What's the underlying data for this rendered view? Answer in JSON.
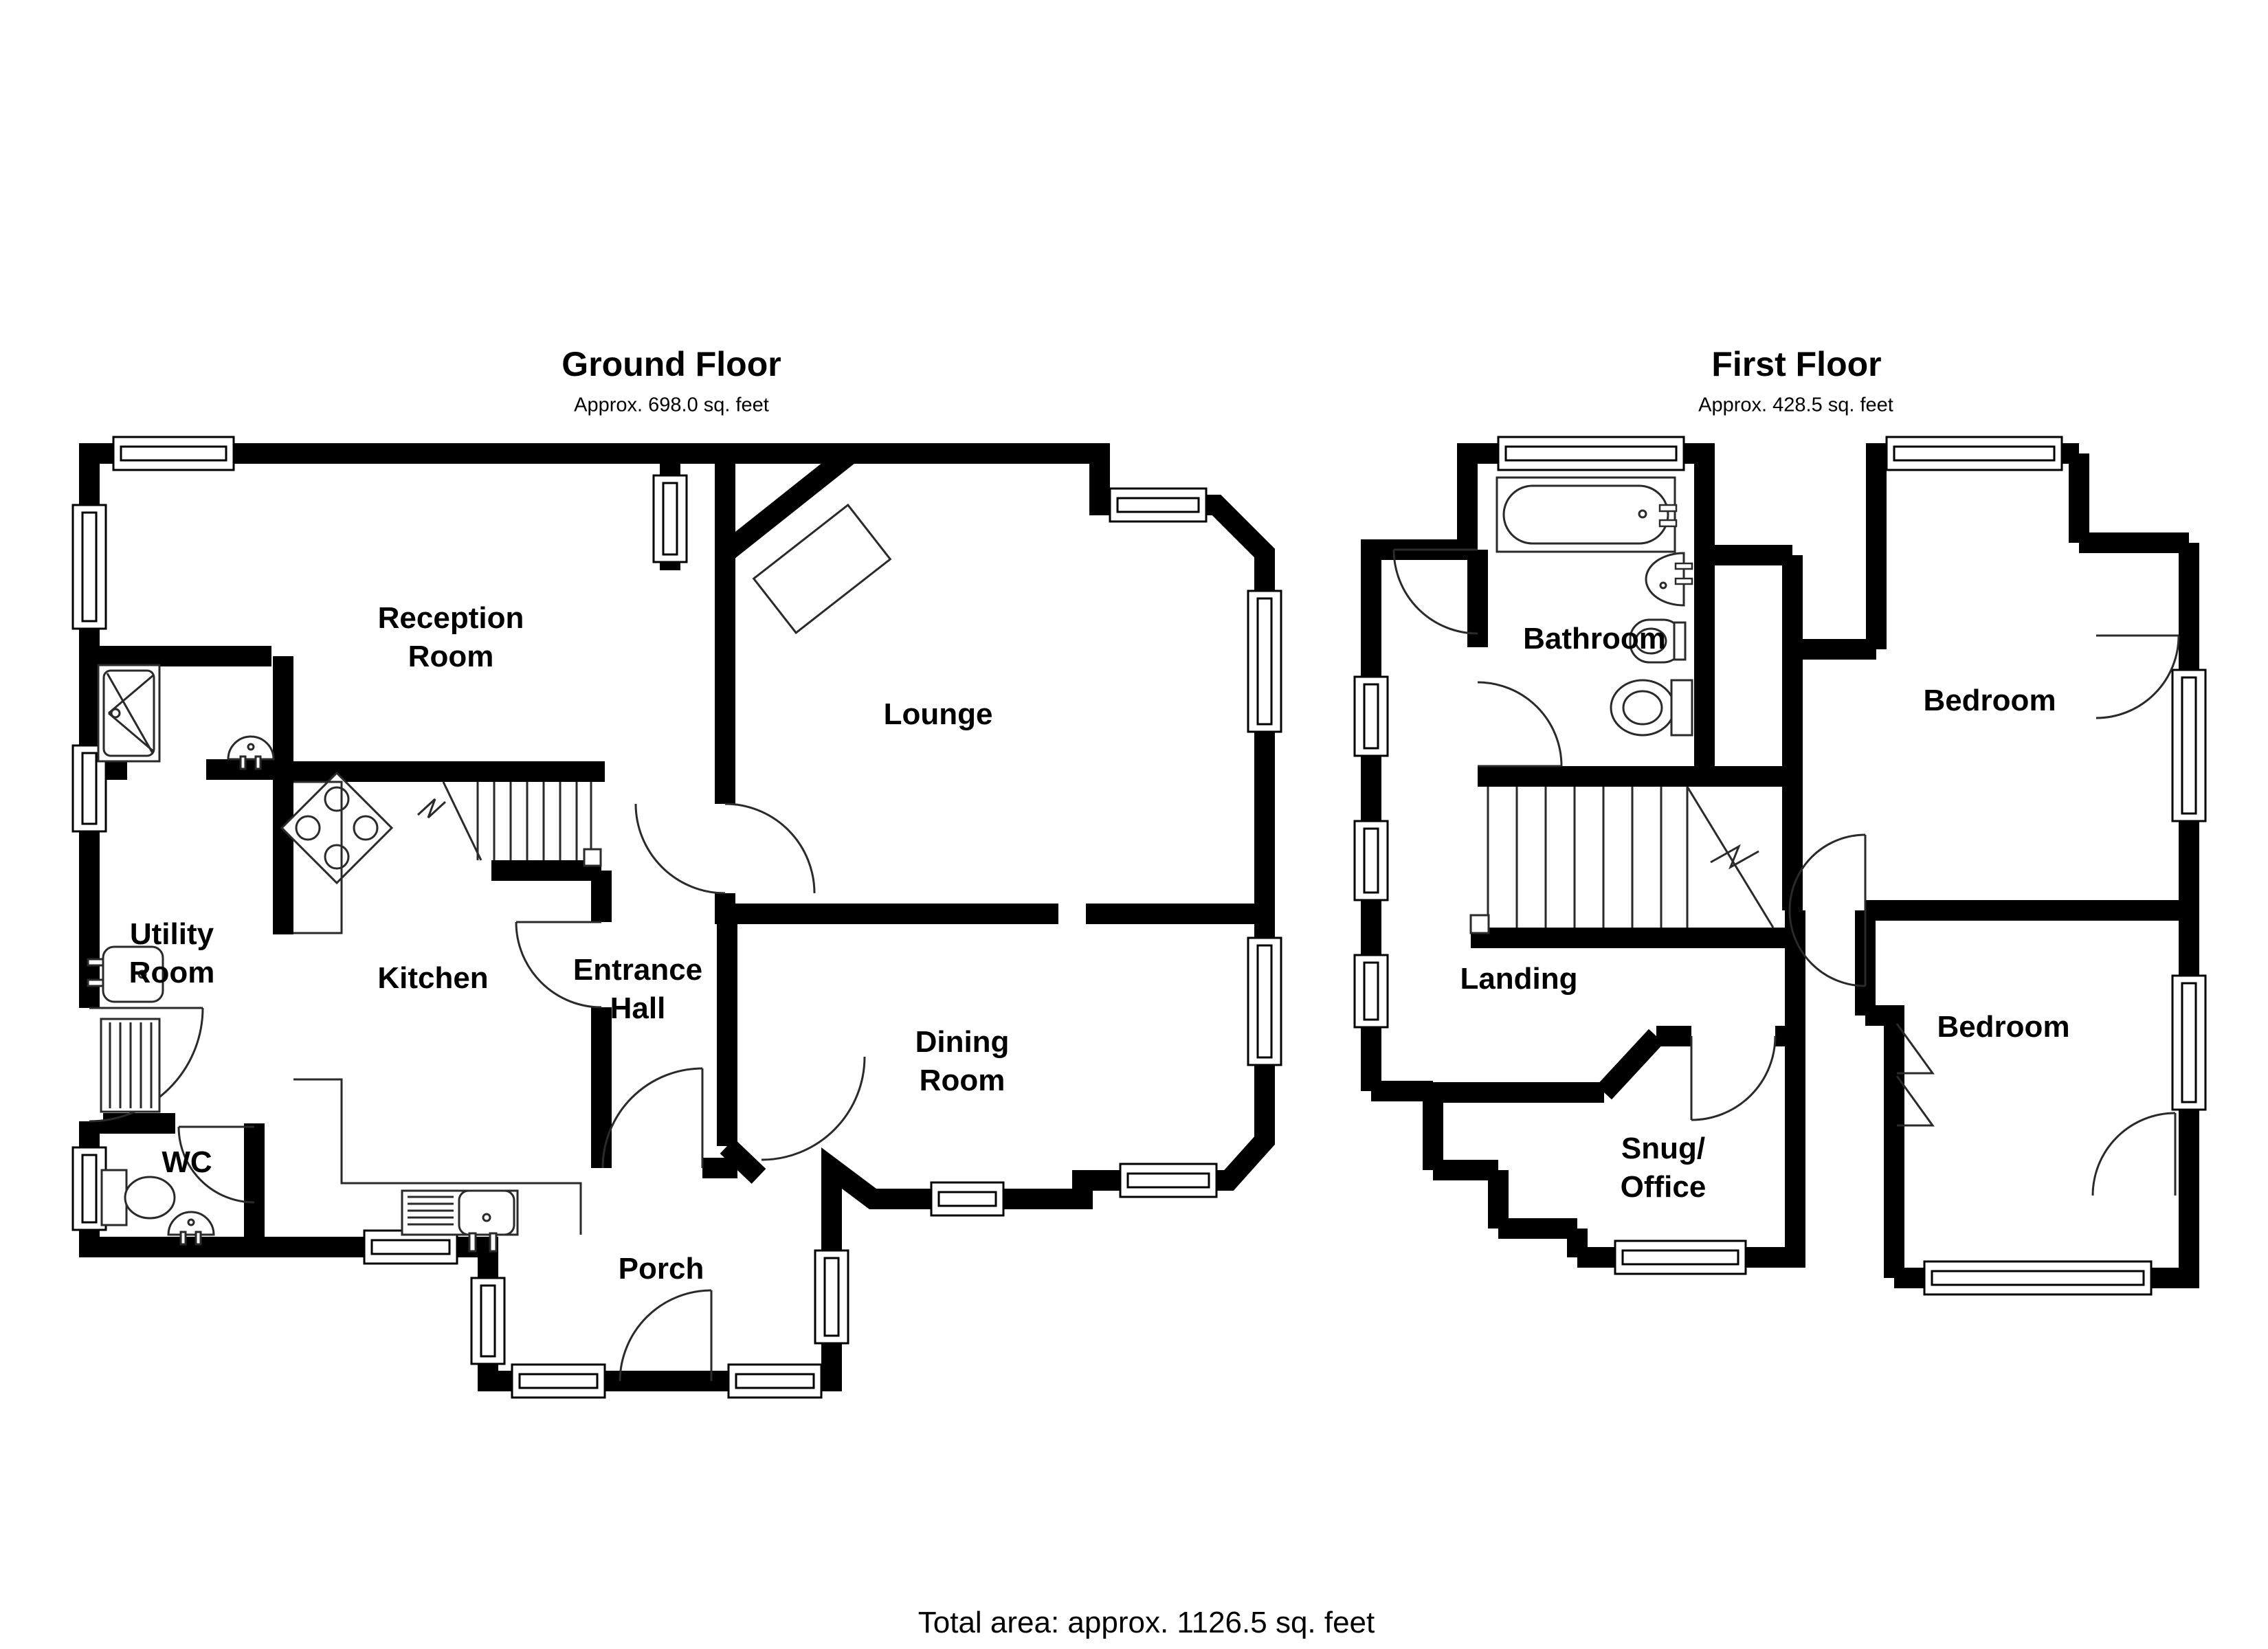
{
  "page": {
    "background": "#ffffff",
    "wall_color": "#000000",
    "line_color": "#2a2a2a",
    "text_color": "#000000"
  },
  "ground_floor": {
    "title": "Ground Floor",
    "subtitle": "Approx. 698.0 sq. feet",
    "rooms": {
      "reception": "Reception\nRoom",
      "lounge": "Lounge",
      "utility": "Utility\nRoom",
      "kitchen": "Kitchen",
      "entrance_hall": "Entrance\nHall",
      "wc": "WC",
      "dining": "Dining\nRoom",
      "porch": "Porch"
    }
  },
  "first_floor": {
    "title": "First Floor",
    "subtitle": "Approx. 428.5 sq. feet",
    "rooms": {
      "bathroom": "Bathroom",
      "landing": "Landing",
      "snug": "Snug/\nOffice",
      "bedroom_front": "Bedroom",
      "bedroom_back": "Bedroom"
    }
  },
  "footer": {
    "total_area": "Total area: approx. 1126.5 sq. feet"
  }
}
